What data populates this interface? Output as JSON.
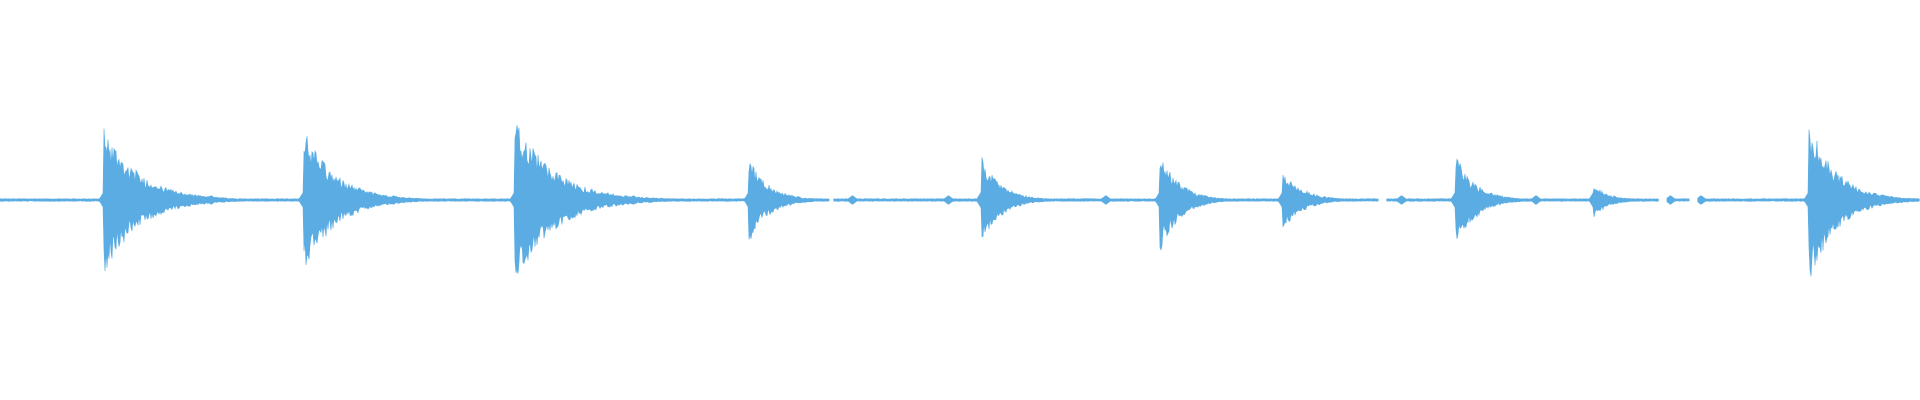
{
  "waveform": {
    "color": "#5aace3",
    "background": "#ffffff",
    "transients": [
      {
        "time": 0.054,
        "up": 0.76,
        "down": 0.76,
        "decay": 0.018
      },
      {
        "time": 0.158,
        "up": 0.75,
        "down": 0.77,
        "decay": 0.016
      },
      {
        "time": 0.268,
        "up": 0.84,
        "down": 0.86,
        "decay": 0.02
      },
      {
        "time": 0.39,
        "up": 0.44,
        "down": 0.46,
        "decay": 0.01
      },
      {
        "time": 0.511,
        "up": 0.45,
        "down": 0.46,
        "decay": 0.01
      },
      {
        "time": 0.604,
        "up": 0.5,
        "down": 0.54,
        "decay": 0.01
      },
      {
        "time": 0.668,
        "up": 0.32,
        "down": 0.32,
        "decay": 0.01
      },
      {
        "time": 0.758,
        "up": 0.48,
        "down": 0.52,
        "decay": 0.01
      },
      {
        "time": 0.83,
        "up": 0.16,
        "down": 0.18,
        "decay": 0.008
      },
      {
        "time": 0.942,
        "up": 0.84,
        "down": 0.87,
        "decay": 0.014
      }
    ],
    "minor_blips": [
      0.11,
      0.205,
      0.33,
      0.444,
      0.494,
      0.576,
      0.73,
      0.8,
      0.87,
      0.886
    ],
    "gaps": [
      [
        0.432,
        0.434
      ],
      [
        0.718,
        0.722
      ],
      [
        0.864,
        0.868
      ],
      [
        0.88,
        0.884
      ]
    ]
  }
}
